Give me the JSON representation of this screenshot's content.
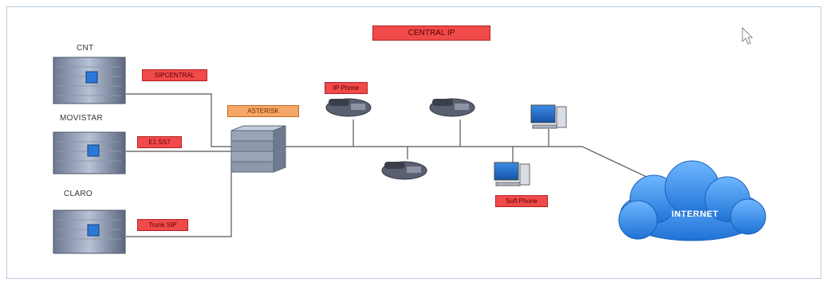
{
  "diagram": {
    "title": "CENTRAL IP",
    "providers": [
      {
        "name": "CNT",
        "trunk": "SIPCENTRAL"
      },
      {
        "name": "MOVISTAR",
        "trunk": "E1 SS7"
      },
      {
        "name": "CLARO",
        "trunk": "Trunk SIP"
      }
    ],
    "pbx": "ASTERISK",
    "ip_phone": "IP Phone",
    "soft_phone": "Soft Phone",
    "internet": "INTERNET"
  },
  "colors": {
    "tag_red": "#f04a4a",
    "tag_orange": "#f6a765",
    "cloud_blue": "#2f8fe8",
    "line": "#555555"
  }
}
